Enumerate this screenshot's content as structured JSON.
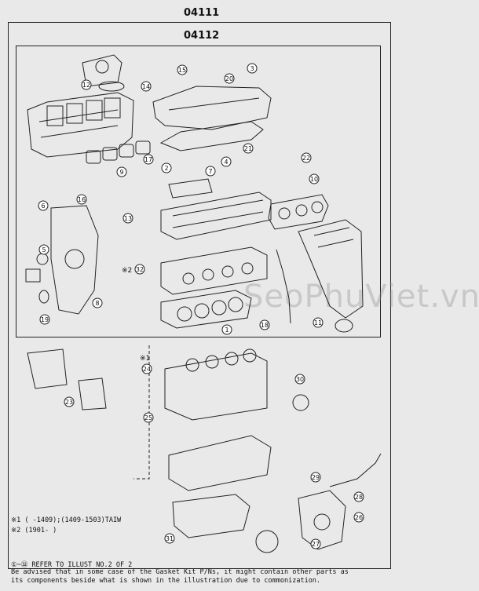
{
  "header": {
    "outer_code": "04111",
    "inner_code": "04112"
  },
  "callouts": [
    {
      "n": "1"
    },
    {
      "n": "2"
    },
    {
      "n": "3"
    },
    {
      "n": "4"
    },
    {
      "n": "5"
    },
    {
      "n": "6"
    },
    {
      "n": "7"
    },
    {
      "n": "8"
    },
    {
      "n": "9"
    },
    {
      "n": "10"
    },
    {
      "n": "11"
    },
    {
      "n": "12"
    },
    {
      "n": "13"
    },
    {
      "n": "14"
    },
    {
      "n": "15"
    },
    {
      "n": "16"
    },
    {
      "n": "17"
    },
    {
      "n": "18"
    },
    {
      "n": "19"
    },
    {
      "n": "20"
    },
    {
      "n": "21"
    },
    {
      "n": "22"
    },
    {
      "n": "23"
    },
    {
      "n": "24"
    },
    {
      "n": "25"
    },
    {
      "n": "26"
    },
    {
      "n": "27"
    },
    {
      "n": "28"
    },
    {
      "n": "29"
    },
    {
      "n": "30"
    },
    {
      "n": "31"
    },
    {
      "n": "32"
    }
  ],
  "markers": {
    "m1": "※1",
    "m2": "※2"
  },
  "watermark": "SeoPhuViet.vn",
  "notes": {
    "note1": "※1 (     -1409);(1409-1503)TAIW",
    "note2": "※2 (1901-     )",
    "refer": "①~㉜ REFER TO ILLUST NO.2 OF 2",
    "advice1": "Be advised that in some case of the Gasket Kit P/Ns, it might contain other parts as",
    "advice2": "its components beside what is shown in the illustration due to commonization."
  }
}
